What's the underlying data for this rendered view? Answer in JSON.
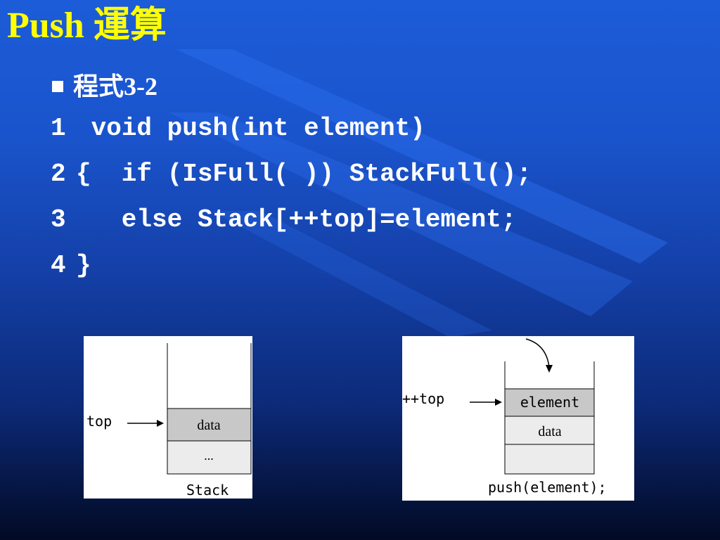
{
  "title": "Push 運算",
  "bullet": {
    "label": "程式3-2"
  },
  "code": [
    {
      "num": "1",
      "text": "void push(int element)"
    },
    {
      "num": "2",
      "text": "{  if (IsFull( )) StackFull();"
    },
    {
      "num": "3",
      "text": "   else Stack[++top]=element;"
    },
    {
      "num": "4",
      "text": "}"
    }
  ],
  "diagram_left": {
    "pointer_label": "top",
    "cells": [
      "data",
      "..."
    ],
    "caption": "Stack"
  },
  "diagram_right": {
    "pointer_label": "++top",
    "cells": [
      "element",
      "data",
      ""
    ],
    "caption": "push(element);"
  },
  "colors": {
    "title": "#ffff00",
    "text": "#ffffff",
    "cell_gray": "#c8c8c8",
    "cell_light": "#ececec"
  }
}
